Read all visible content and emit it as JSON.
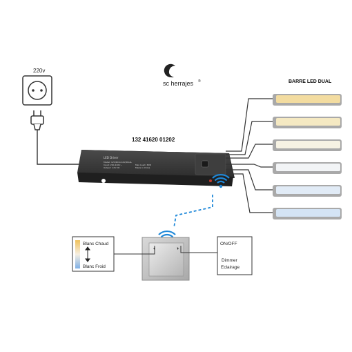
{
  "brand": {
    "name": "sc herrajes",
    "trademark": "®"
  },
  "power": {
    "voltage_label": "220v"
  },
  "driver": {
    "part_number": "132 41620 01202",
    "model_label": "LED Driver",
    "spec_lines": [
      "Model: 12V/DC1x10V/DUAL",
      "Input: 220-240V~",
      "Output: 12V DC",
      "Max Load: 30W",
      "Made in China"
    ]
  },
  "light_bars": {
    "title": "BARRE LED DUAL",
    "count": 6,
    "glow_colors": [
      "#f3dca0",
      "#f5e9c2",
      "#f6f2e3",
      "#f2f4f6",
      "#e1ebf6",
      "#d4e4f5"
    ]
  },
  "color_control": {
    "warm_label": "Blanc Chaud",
    "cold_label": "Blanc Froid",
    "gradient_warm": "#f0c15a",
    "gradient_cold": "#7fb0e6"
  },
  "switch_control": {
    "on_off_label": "ON/OFF",
    "dimmer_label": "Dimmer",
    "dimmer_sub_label": "Eclairage"
  },
  "colors": {
    "wireless_blue": "#1e88d9",
    "driver_body": "#3a3a3a",
    "wire": "#333333"
  }
}
